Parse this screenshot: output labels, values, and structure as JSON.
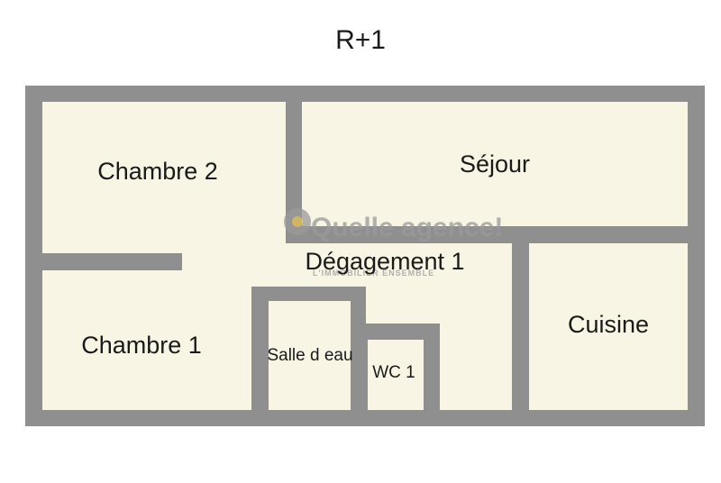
{
  "plan": {
    "floor_title": "R+1",
    "rooms": {
      "chambre_2": "Chambre 2",
      "sejour": "Séjour",
      "degagement_1": "Dégagement 1",
      "cuisine": "Cuisine",
      "chambre_1": "Chambre 1",
      "salle_d_eau": "Salle d eau",
      "wc_1": "WC 1"
    },
    "colors": {
      "wall": "#8f8f8f",
      "room_fill": "#f8f5e4",
      "watermark": "#9a9a9a"
    }
  },
  "watermark": {
    "logo_text": "Quelle agence!",
    "tagline": "L'IMMOBILIER ENSEMBLE"
  }
}
